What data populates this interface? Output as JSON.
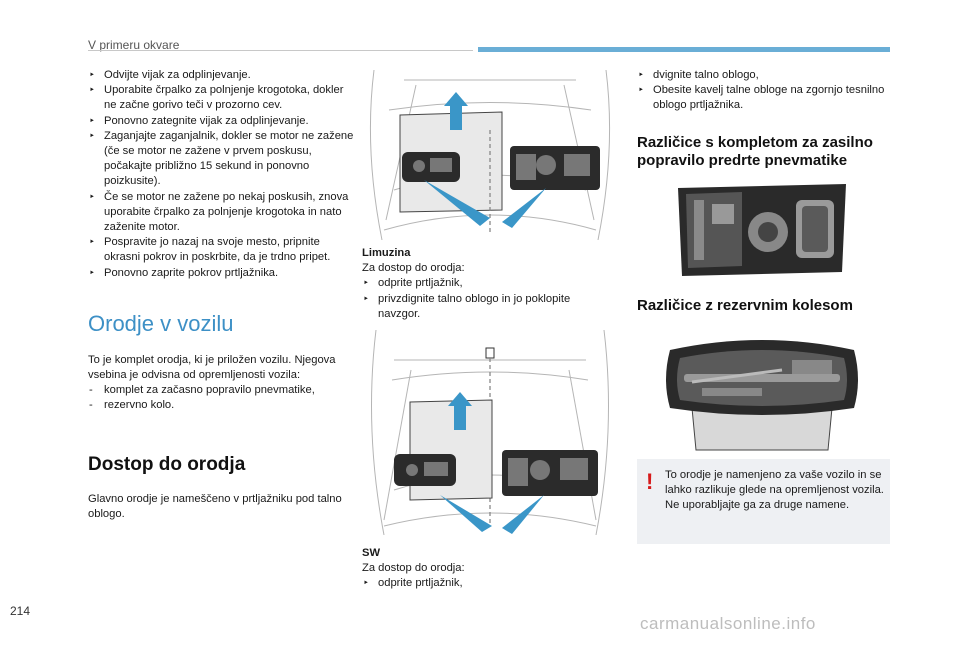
{
  "header": {
    "title": "V primeru okvare"
  },
  "page_number": "214",
  "watermark": "carmanualsonline.info",
  "col1": {
    "steps": [
      "Odvijte vijak za odplinjevanje.",
      "Uporabite črpalko za polnjenje krogotoka, dokler ne začne gorivo teči v prozorno cev.",
      "Ponovno zategnite vijak za odplinjevanje.",
      "Zaganjajte zaganjalnik, dokler se motor ne zažene (če se motor ne zažene v prvem poskusu, počakajte približno 15 sekund in ponovno poizkusite).",
      "Če se motor ne zažene po nekaj poskusih, znova uporabite črpalko za polnjenje krogotoka in nato zaženite motor.",
      "Pospravite jo nazaj na svoje mesto, pripnite okrasni pokrov in poskrbite, da je trdno pripet.",
      "Ponovno zaprite pokrov prtljažnika."
    ],
    "tools_heading": "Orodje v vozilu",
    "tools_intro": "To je komplet orodja, ki je priložen vozilu. Njegova vsebina je odvisna od opremljenosti vozila:",
    "tools_items": [
      "komplet za začasno popravilo pnevmatike,",
      "rezervno kolo."
    ],
    "access_heading": "Dostop do orodja",
    "access_text": "Glavno orodje je nameščeno v prtljažniku pod talno oblogo."
  },
  "col2": {
    "limuzina_title": "Limuzina",
    "limuzina_intro": "Za dostop do orodja:",
    "limuzina_steps": [
      "odprite prtljažnik,",
      "privzdignite talno oblogo in jo poklopite navzgor."
    ],
    "sw_title": "SW",
    "sw_intro": "Za dostop do orodja:",
    "sw_steps": [
      "odprite prtljažnik,"
    ]
  },
  "col3": {
    "steps": [
      "dvignite talno oblogo,",
      "Obesite kavelj talne obloge na zgornjo tesnilno oblogo prtljažnika."
    ],
    "kit_heading": "Različice s kompletom za zasilno popravilo predrte pnevmatike",
    "spare_heading": "Različice z rezervnim kolesom",
    "note_mark": "!",
    "note_text": "To orodje je namenjeno za vaše vozilo in se lahko razlikuje glede na opremljenost vozila.",
    "note_text2": "Ne uporabljajte ga za druge namene."
  },
  "colors": {
    "accent": "#3d90c6",
    "rule": "#6aaed6",
    "warning": "#d61a1a",
    "note_bg": "#eef0f3"
  }
}
